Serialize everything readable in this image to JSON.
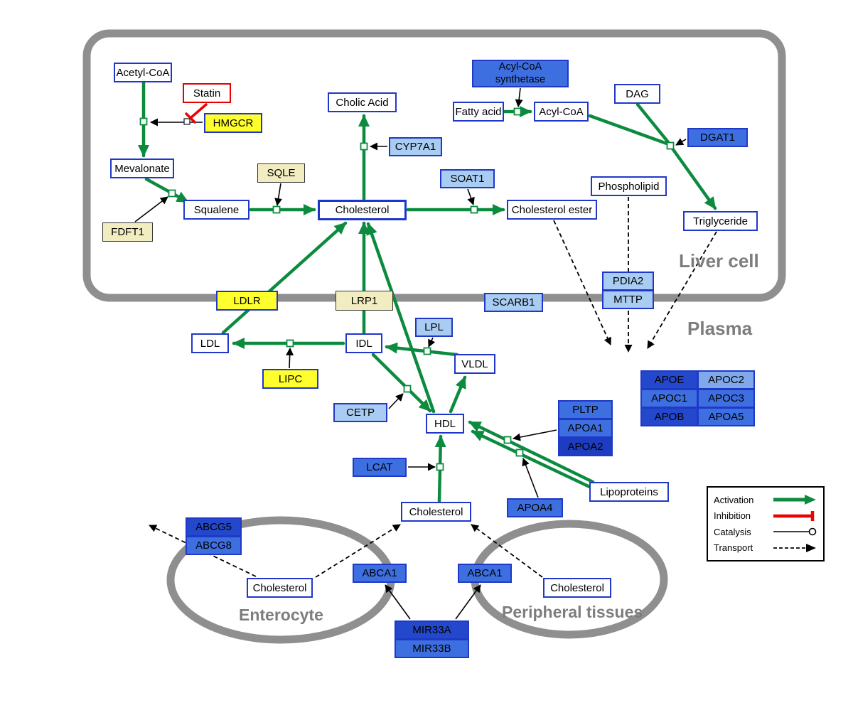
{
  "compartments": {
    "liver": "Liver cell",
    "plasma": "Plasma",
    "enterocyte": "Enterocyte",
    "peripheral": "Peripheral tissues"
  },
  "nodes": {
    "acetyl_coa": "Acetyl-CoA",
    "statin": "Statin",
    "hmgcr": "HMGCR",
    "mevalonate": "Mevalonate",
    "fdft1": "FDFT1",
    "squalene": "Squalene",
    "sqle": "SQLE",
    "cholesterol_liver": "Cholesterol",
    "cholic_acid": "Cholic Acid",
    "cyp7a1": "CYP7A1",
    "soat1": "SOAT1",
    "cholesterol_ester": "Cholesterol ester",
    "acs_line1": "Acyl-CoA",
    "acs_line2": "synthetase",
    "fatty_acid": "Fatty acid",
    "acyl_coa": "Acyl-CoA",
    "dag": "DAG",
    "dgat1": "DGAT1",
    "phospholipid": "Phospholipid",
    "triglyceride": "Triglyceride",
    "ldlr": "LDLR",
    "lrp1": "LRP1",
    "scarb1": "SCARB1",
    "pdia2": "PDIA2",
    "mttp": "MTTP",
    "ldl": "LDL",
    "idl": "IDL",
    "lpl": "LPL",
    "vldl": "VLDL",
    "lipc": "LIPC",
    "cetp": "CETP",
    "hdl": "HDL",
    "lcat": "LCAT",
    "pltp": "PLTP",
    "apoa1": "APOA1",
    "apoa2": "APOA2",
    "apoa4": "APOA4",
    "lipoproteins": "Lipoproteins",
    "apoe": "APOE",
    "apoc2": "APOC2",
    "apoc1": "APOC1",
    "apoc3": "APOC3",
    "apob": "APOB",
    "apoa5": "APOA5",
    "cholesterol_plasma": "Cholesterol",
    "abcg5": "ABCG5",
    "abcg8": "ABCG8",
    "cholesterol_enterocyte": "Cholesterol",
    "abca1_enterocyte": "ABCA1",
    "abca1_peripheral": "ABCA1",
    "cholesterol_peripheral": "Cholesterol",
    "mir33a": "MIR33A",
    "mir33b": "MIR33B"
  },
  "legend": {
    "activation": "Activation",
    "inhibition": "Inhibition",
    "catalysis": "Catalysis",
    "transport": "Transport"
  },
  "colors": {
    "activation_green": "#0c8b3f",
    "inhibition_red": "#f00000",
    "node_border_blue": "#2038c8",
    "gene_yellow": "#ffff2e",
    "gene_pale_yellow": "#f1edc0",
    "gene_light_blue": "#a9cdf2",
    "gene_blue": "#3e6fe0",
    "gene_dark_blue": "#2448cc",
    "gene_navy": "#1e3cc0",
    "membrane_gray": "#8f8f8f"
  }
}
